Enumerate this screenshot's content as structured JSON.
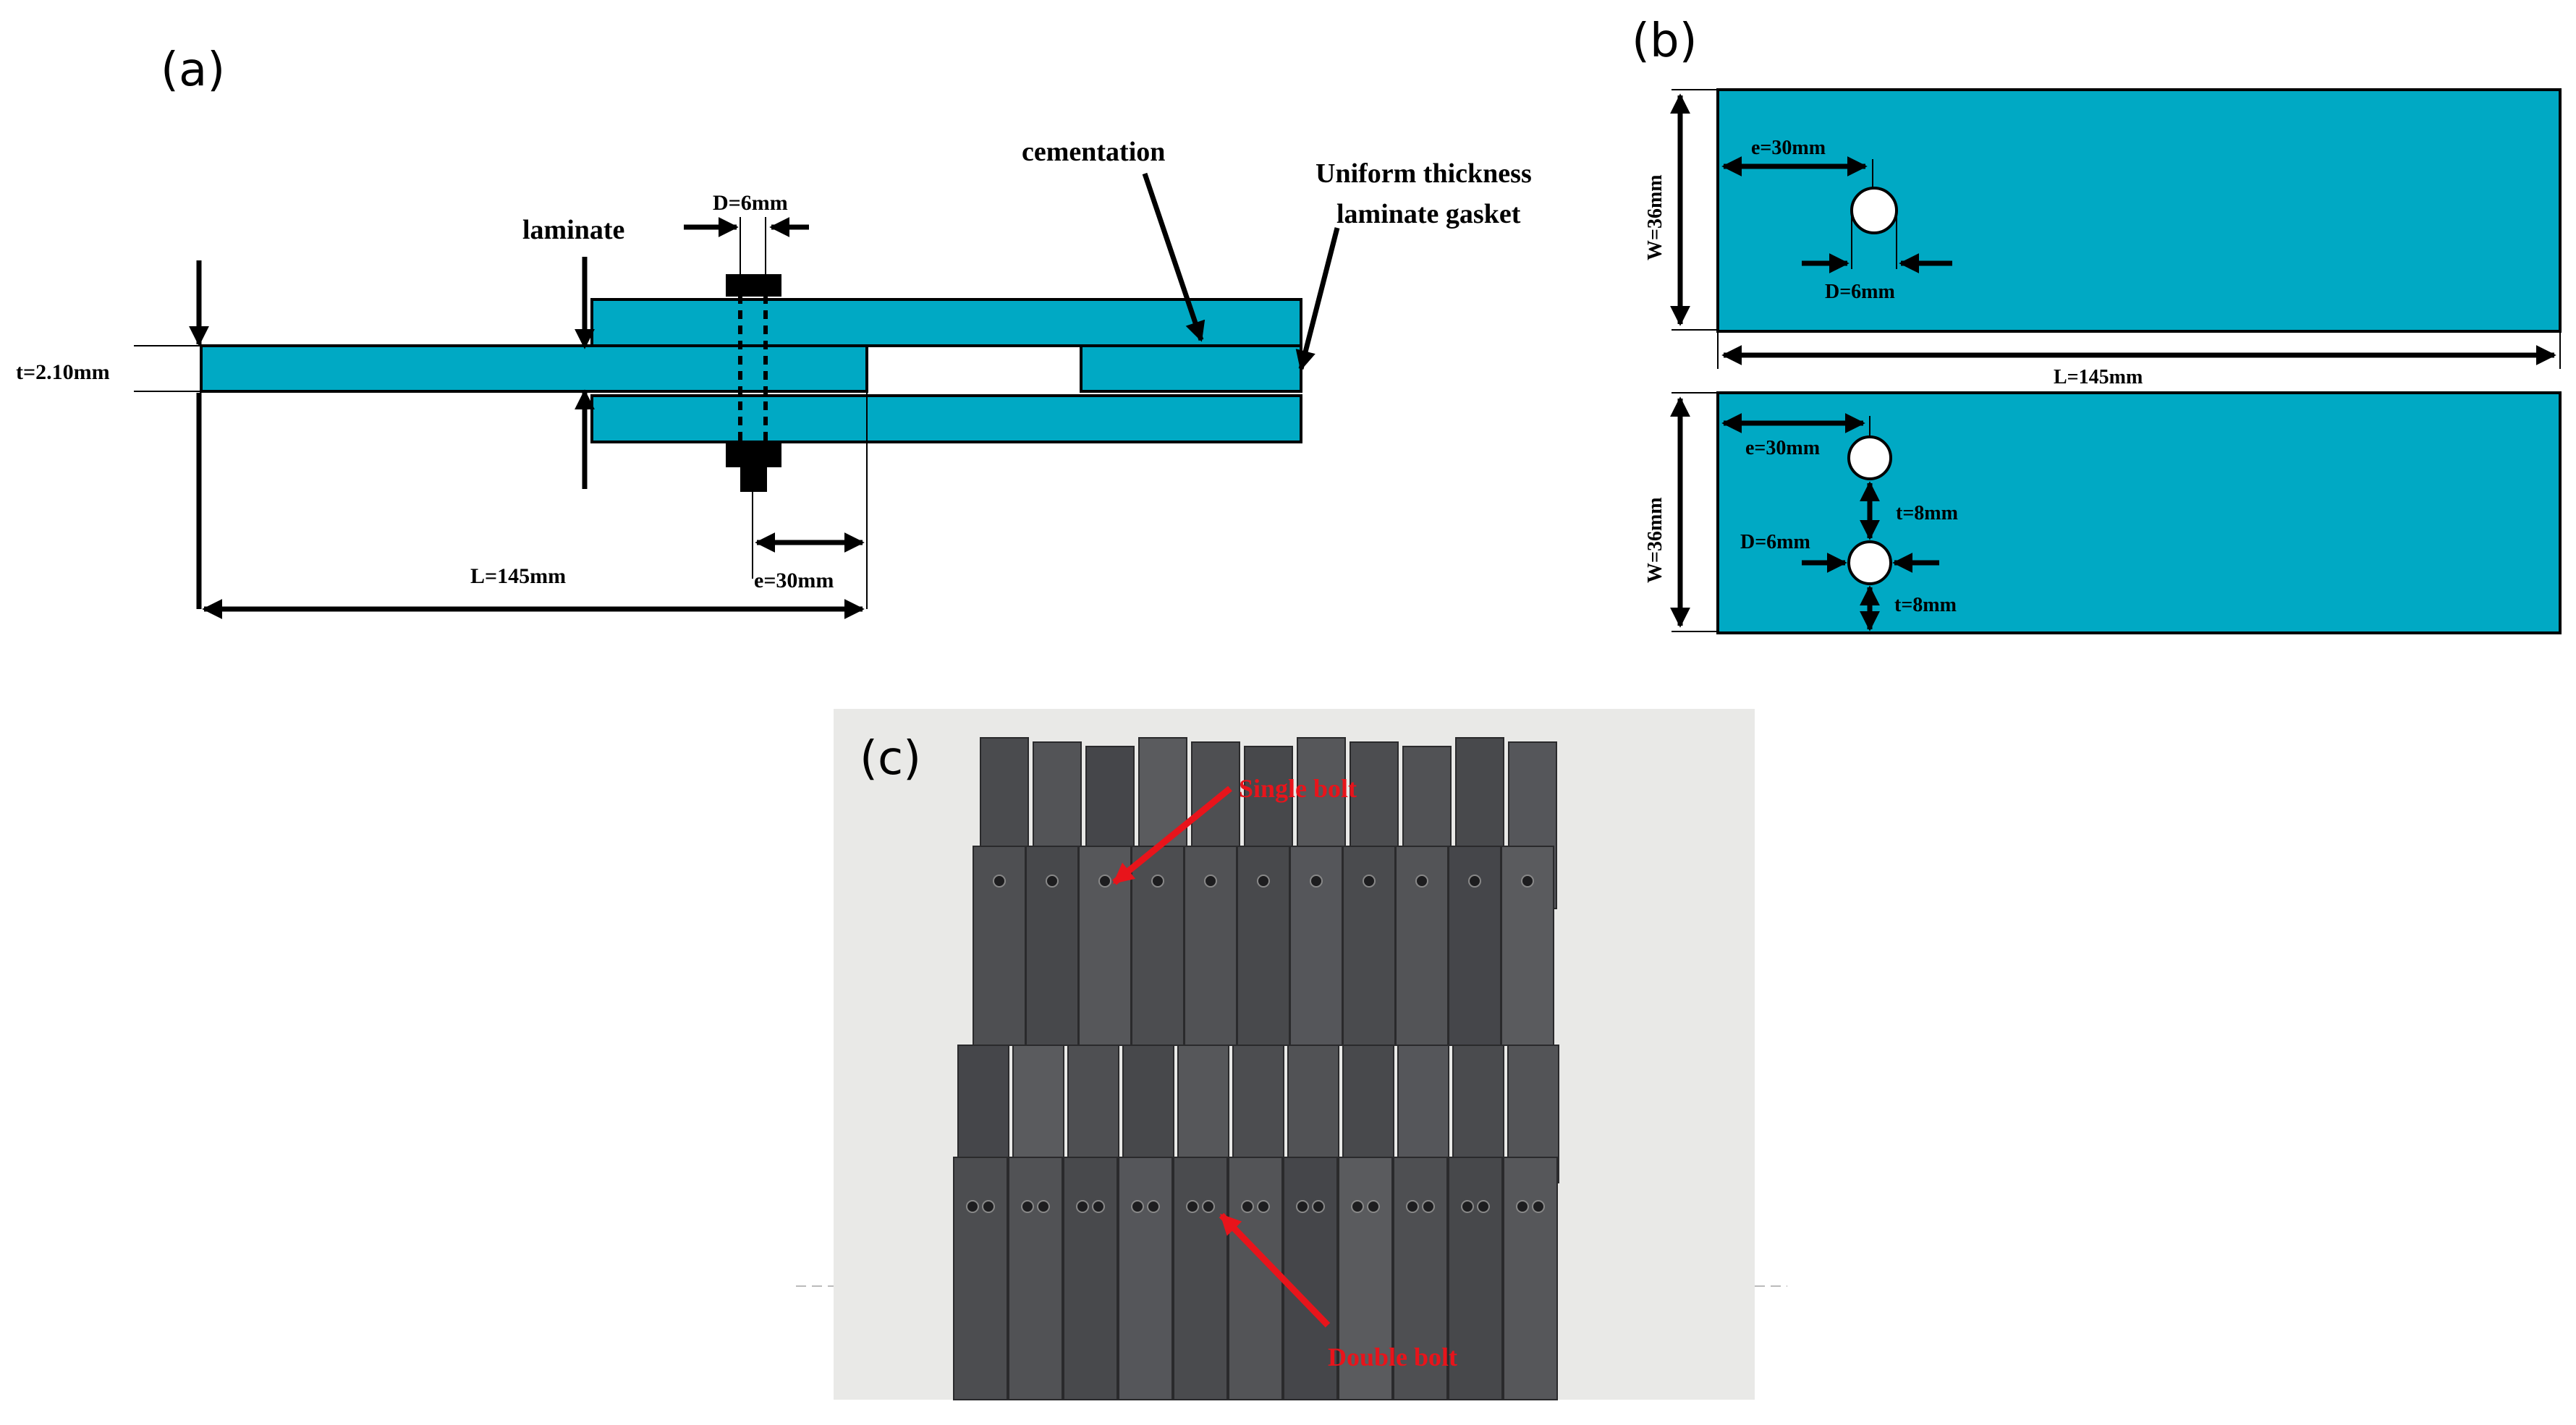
{
  "panels": {
    "a": {
      "label": "(a)",
      "cementation": "cementation",
      "gasket_line1": "Uniform thickness",
      "gasket_line2": "laminate gasket",
      "laminate": "laminate",
      "bolt_diameter": "D=6mm",
      "thickness": "t=2.10mm",
      "length": "L=145mm",
      "end_distance": "e=30mm"
    },
    "b": {
      "label": "(b)",
      "top": {
        "end_distance": "e=30mm",
        "bolt_diameter": "D=6mm",
        "width": "W=36mm",
        "length": "L=145mm"
      },
      "bottom": {
        "end_distance": "e=30mm",
        "spacing_1": "t=8mm",
        "bolt_diameter": "D=6mm",
        "spacing_2": "t=8mm",
        "width": "W=36mm"
      }
    },
    "c": {
      "label": "(c)",
      "single_bolt": "Single bolt",
      "double_bolt": "Double bolt",
      "photo_note": "photograph of specimens"
    }
  },
  "colors": {
    "plate": "#00a9c4",
    "annotation_red": "#e8141b",
    "specimen_grey": "#4a4a4c",
    "photo_background": "#e9e9e7"
  }
}
